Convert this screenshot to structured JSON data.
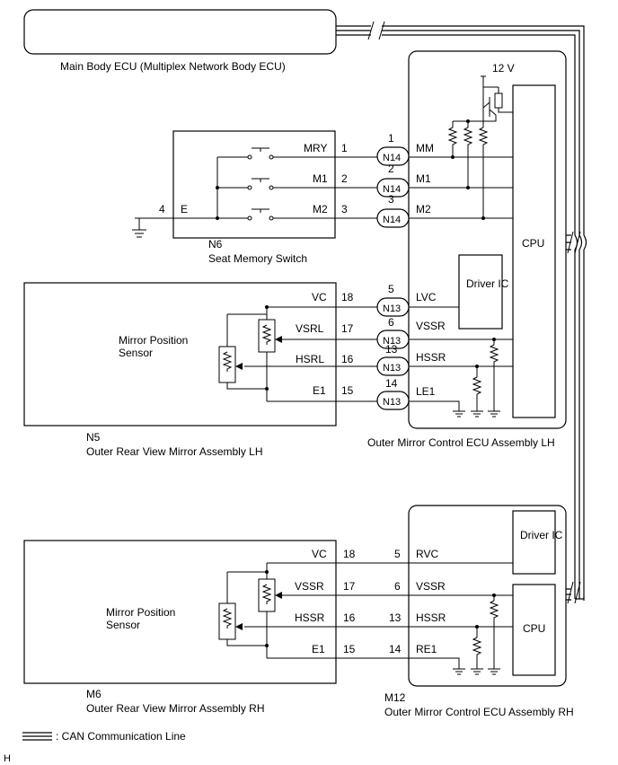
{
  "main_ecu": {
    "title": "Main Body ECU (Multiplex Network Body ECU)"
  },
  "seat_switch": {
    "code": "N6",
    "title": "Seat Memory Switch",
    "ground_pin": "4",
    "ground_label": "E",
    "pins": [
      {
        "label": "MRY",
        "pin": "1"
      },
      {
        "label": "M1",
        "pin": "2"
      },
      {
        "label": "M2",
        "pin": "3"
      }
    ]
  },
  "lh_ecu": {
    "title": "Outer Mirror Control ECU Assembly LH",
    "supply": "12 V",
    "cpu": "CPU",
    "driver": "Driver IC",
    "switch_wires": [
      {
        "connector": "N14",
        "pin": "1",
        "label": "MM"
      },
      {
        "connector": "N14",
        "pin": "2",
        "label": "M1"
      },
      {
        "connector": "N14",
        "pin": "3",
        "label": "M2"
      }
    ],
    "sensor_wires": [
      {
        "connector": "N13",
        "pin": "5",
        "label": "LVC"
      },
      {
        "connector": "N13",
        "pin": "6",
        "label": "VSSR"
      },
      {
        "connector": "N13",
        "pin": "13",
        "label": "HSSR"
      },
      {
        "connector": "N13",
        "pin": "14",
        "label": "LE1"
      }
    ]
  },
  "lh_mirror": {
    "code": "N5",
    "title": "Outer Rear View Mirror Assembly LH",
    "sensor": "Mirror Position Sensor",
    "pins": [
      {
        "label": "VC",
        "pin": "18"
      },
      {
        "label": "VSRL",
        "pin": "17"
      },
      {
        "label": "HSRL",
        "pin": "16"
      },
      {
        "label": "E1",
        "pin": "15"
      }
    ]
  },
  "rh_ecu": {
    "code": "M12",
    "title": "Outer Mirror Control ECU Assembly RH",
    "cpu": "CPU",
    "driver": "Driver IC",
    "wires": [
      {
        "pin": "5",
        "label": "RVC"
      },
      {
        "pin": "6",
        "label": "VSSR"
      },
      {
        "pin": "13",
        "label": "HSSR"
      },
      {
        "pin": "14",
        "label": "RE1"
      }
    ]
  },
  "rh_mirror": {
    "code": "M6",
    "title": "Outer Rear View Mirror Assembly RH",
    "sensor": "Mirror Position Sensor",
    "pins": [
      {
        "label": "VC",
        "pin": "18"
      },
      {
        "label": "VSSR",
        "pin": "17"
      },
      {
        "label": "HSSR",
        "pin": "16"
      },
      {
        "label": "E1",
        "pin": "15"
      }
    ]
  },
  "legend": {
    "can": ": CAN Communication Line"
  },
  "corner_mark": "H"
}
